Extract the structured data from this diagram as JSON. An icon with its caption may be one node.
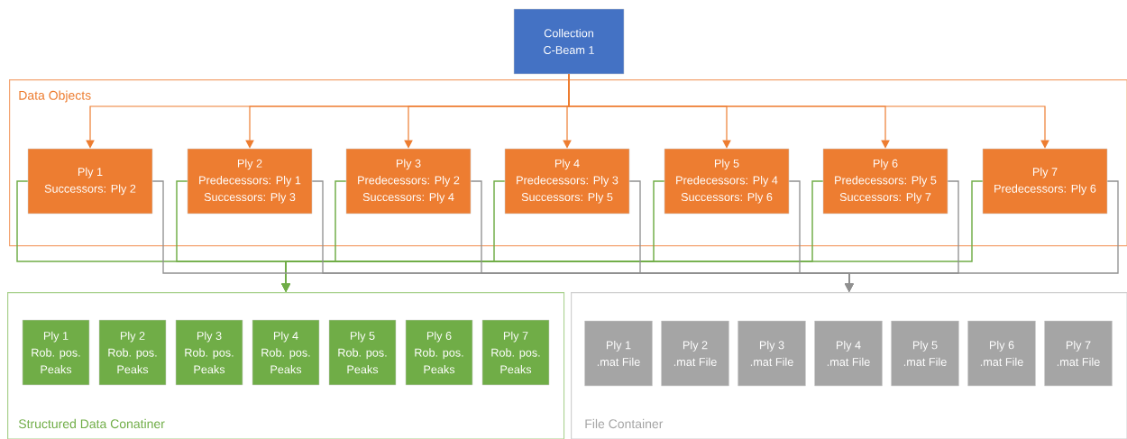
{
  "diagram": {
    "nodes": [
      {
        "text": [
          "Collection",
          "C-Beam 1"
        ]
      },
      {
        "text": [
          "Data Objects"
        ]
      },
      {
        "text": [
          "Ply 1",
          "Successors: Ply 2"
        ],
        "in": 1
      },
      {
        "text": [
          "Ply 2",
          "Predecessors: Ply 1",
          "Successors: Ply 3"
        ],
        "in": 1
      },
      {
        "text": [
          "Ply 3",
          "Predecessors: Ply 2",
          "Successors: Ply 4"
        ],
        "in": 1
      },
      {
        "text": [
          "Ply 4",
          "Predecessors: Ply 3",
          "Successors: Ply 5"
        ],
        "in": 1
      },
      {
        "text": [
          "Ply 5",
          "Predecessors: Ply 4",
          "Successors: Ply 6"
        ],
        "in": 1
      },
      {
        "text": [
          "Ply 6",
          "Predecessors: Ply 5",
          "Successors: Ply 7"
        ],
        "in": 1
      },
      {
        "text": [
          "Ply 7",
          "Predecessors: Ply 6"
        ],
        "in": 1
      },
      {
        "text": [
          "Structured Data Conatiner"
        ]
      },
      {
        "text": [
          "Ply 1",
          "Rob. pos.",
          "Peaks"
        ],
        "in": 9
      },
      {
        "text": [
          "Ply 2",
          "Rob. pos.",
          "Peaks"
        ],
        "in": 9
      },
      {
        "text": [
          "Ply 3",
          "Rob. pos.",
          "Peaks"
        ],
        "in": 9
      },
      {
        "text": [
          "Ply 4",
          "Rob. pos.",
          "Peaks"
        ],
        "in": 9
      },
      {
        "text": [
          "Ply 5",
          "Rob. pos.",
          "Peaks"
        ],
        "in": 9
      },
      {
        "text": [
          "Ply 6",
          "Rob. pos.",
          "Peaks"
        ],
        "in": 9
      },
      {
        "text": [
          "Ply 7",
          "Rob. pos.",
          "Peaks"
        ],
        "in": 9
      },
      {
        "text": [
          "File Container"
        ]
      },
      {
        "text": [
          "Ply 1",
          ".mat File"
        ],
        "in": 17
      },
      {
        "text": [
          "Ply 2",
          ".mat File"
        ],
        "in": 17
      },
      {
        "text": [
          "Ply 3",
          ".mat File"
        ],
        "in": 17
      },
      {
        "text": [
          "Ply 4",
          ".mat File"
        ],
        "in": 17
      },
      {
        "text": [
          "Ply 5",
          ".mat File"
        ],
        "in": 17
      },
      {
        "text": [
          "Ply 6",
          ".mat File"
        ],
        "in": 17
      },
      {
        "text": [
          "Ply 7",
          ".mat File"
        ],
        "in": 17
      }
    ],
    "edges": [
      {
        "from": 0,
        "to": 2,
        "arrow": "to",
        "color": "#ed7d31"
      },
      {
        "from": 0,
        "to": 3,
        "arrow": "to",
        "color": "#ed7d31"
      },
      {
        "from": 0,
        "to": 4,
        "arrow": "to",
        "color": "#ed7d31"
      },
      {
        "from": 0,
        "to": 5,
        "arrow": "to",
        "color": "#ed7d31"
      },
      {
        "from": 0,
        "to": 6,
        "arrow": "to",
        "color": "#ed7d31"
      },
      {
        "from": 0,
        "to": 7,
        "arrow": "to",
        "color": "#ed7d31"
      },
      {
        "from": 0,
        "to": 8,
        "arrow": "to",
        "color": "#ed7d31"
      },
      {
        "from": 2,
        "to": 9,
        "arrow": "to",
        "color": "#70ad47"
      },
      {
        "from": 3,
        "to": 9,
        "arrow": "to",
        "color": "#70ad47"
      },
      {
        "from": 4,
        "to": 9,
        "arrow": "to",
        "color": "#70ad47"
      },
      {
        "from": 5,
        "to": 9,
        "arrow": "to",
        "color": "#70ad47"
      },
      {
        "from": 6,
        "to": 9,
        "arrow": "to",
        "color": "#70ad47"
      },
      {
        "from": 7,
        "to": 9,
        "arrow": "to",
        "color": "#70ad47"
      },
      {
        "from": 8,
        "to": 9,
        "arrow": "to",
        "color": "#70ad47"
      },
      {
        "from": 2,
        "to": 17,
        "arrow": "to",
        "color": "#909090"
      },
      {
        "from": 3,
        "to": 17,
        "arrow": "to",
        "color": "#909090"
      },
      {
        "from": 4,
        "to": 17,
        "arrow": "to",
        "color": "#909090"
      },
      {
        "from": 5,
        "to": 17,
        "arrow": "to",
        "color": "#909090"
      },
      {
        "from": 6,
        "to": 17,
        "arrow": "to",
        "color": "#909090"
      },
      {
        "from": 7,
        "to": 17,
        "arrow": "to",
        "color": "#909090"
      },
      {
        "from": 8,
        "to": 17,
        "arrow": "to",
        "color": "#909090"
      }
    ]
  }
}
